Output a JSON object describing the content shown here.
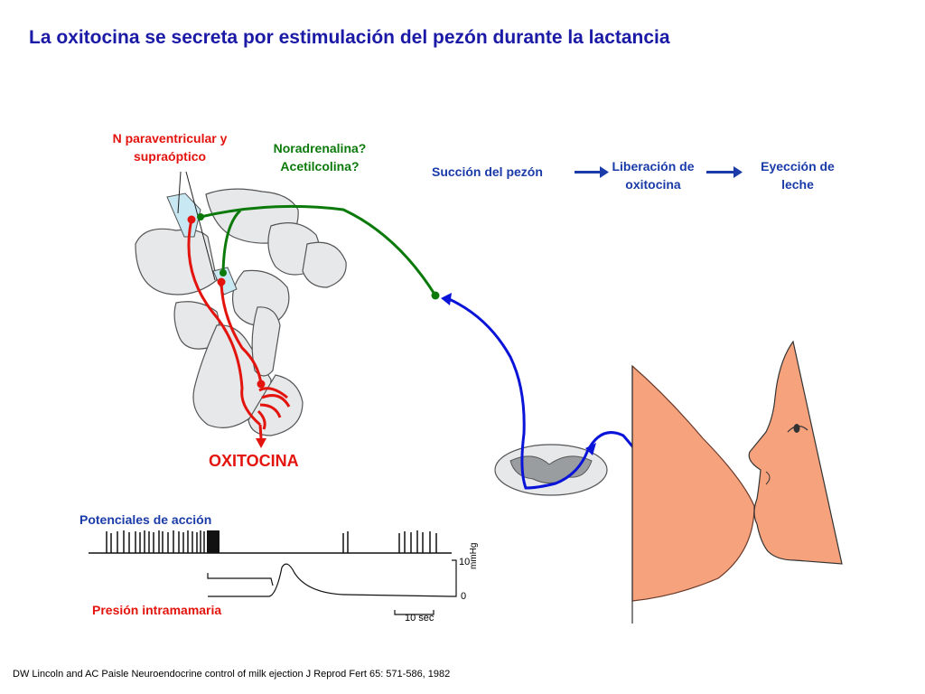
{
  "title": "La oxitocina se secreta por estimulación del pezón durante la lactancia",
  "labels": {
    "nucleus": "N paraventricular y supraóptico",
    "transmitters": "Noradrenalina? Acetilcolina?",
    "oxytocin": "OXITOCINA",
    "action_potentials": "Potenciales de acción",
    "intramammary_pressure": "Presión intramamaria"
  },
  "flow": {
    "step1": "Succión del pezón",
    "step2": "Liberación de oxitocina",
    "step3": "Eyección de leche"
  },
  "trace": {
    "scale_top": "10",
    "scale_bottom": "0",
    "scale_unit": "mmHg",
    "time_scale": "10 sec"
  },
  "citation": "DW Lincoln and AC Paisle Neuroendocrine control of milk ejection J Reprod Fert 65: 571-586, 1982",
  "colors": {
    "title": "#1a1aa6",
    "red": "#e3140e",
    "green": "#0b7a0b",
    "blue": "#0a14d8",
    "skin": "#f5a27d",
    "brain": "#e6e8ea"
  }
}
